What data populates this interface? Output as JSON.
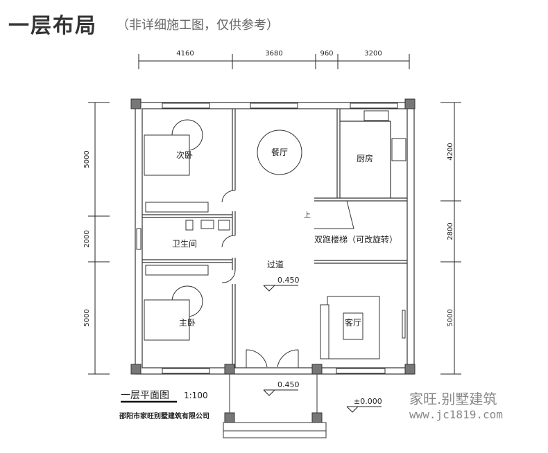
{
  "header": {
    "title": "一层布局",
    "subtitle": "（非详细施工图，仅供参考）"
  },
  "dimensions": {
    "top": [
      "4160",
      "3680",
      "960",
      "3200"
    ],
    "left": [
      "5000",
      "2000",
      "5000"
    ],
    "right": [
      "4200",
      "2800",
      "5000"
    ]
  },
  "rooms": {
    "bedroom2": "次卧",
    "dining": "餐厅",
    "kitchen": "厨房",
    "bathroom": "卫生间",
    "stairs": "双跑楼梯（可改旋转）",
    "stairs_up": "上",
    "corridor": "过道",
    "master": "主卧",
    "living": "客厅"
  },
  "levels": {
    "corridor": "0.450",
    "porch": "0.450",
    "ground": "±0.000"
  },
  "caption": {
    "plan_title": "一层平面图",
    "scale": "1:100",
    "company": "邵阳市家旺别墅建筑有限公司"
  },
  "watermark": {
    "brand": "家旺.别墅建筑",
    "url": "www.jc1819.com"
  }
}
